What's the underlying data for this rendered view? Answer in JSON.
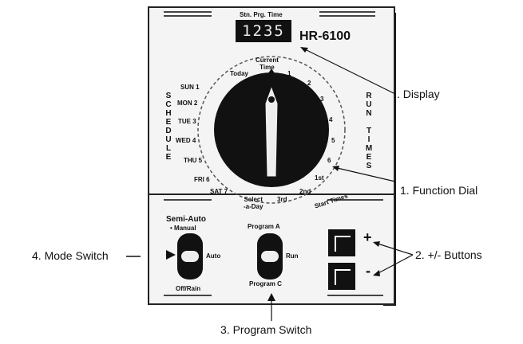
{
  "device": {
    "display_header": "Stn. Prg. Time",
    "display_value": "1235",
    "model": "HR-6100",
    "schedule_label": "SCHEDULE",
    "run_times_label": "RUN TIMES",
    "dial_top": "Current\nTime",
    "today": "Today",
    "days": [
      "SUN 1",
      "MON 2",
      "TUE 3",
      "WED 4",
      "THU 5",
      "FRI 6",
      "SAT 7"
    ],
    "run_numbers": [
      "1",
      "2",
      "3",
      "4",
      "5",
      "6"
    ],
    "start_times": [
      "1st",
      "2nd",
      "3rd"
    ],
    "start_times_label": "Start Times",
    "select_a_day": "Select\n-a-Day",
    "mode_switch": {
      "title": "Semi-Auto",
      "manual": "• Manual",
      "auto": "Auto",
      "off": "Off/Rain"
    },
    "program_switch": {
      "top": "Program A",
      "run": "Run",
      "bottom": "Program C"
    },
    "plus": "+",
    "minus": "-"
  },
  "callouts": {
    "display": ". Display",
    "function_dial": "1. Function Dial",
    "buttons": "2. +/-  Buttons",
    "program_switch": "3.  Program  Switch",
    "mode_switch": "4. Mode Switch"
  }
}
